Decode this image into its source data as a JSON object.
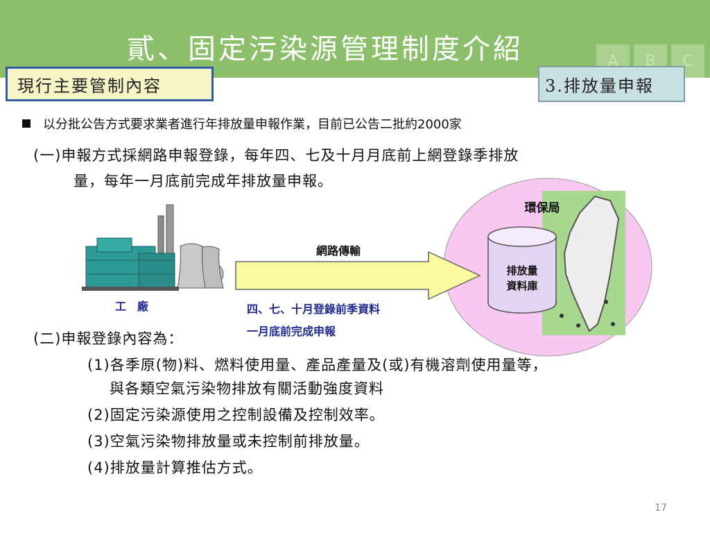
{
  "header": {
    "title": "貳、固定污染源管理制度介紹",
    "tabs": [
      "A",
      "B",
      "C"
    ]
  },
  "tags": {
    "left": "現行主要管制內容",
    "right": "3.排放量申報"
  },
  "bullet": "以分批公告方式要求業者進行年排放量申報作業，目前已公告二批約2000家",
  "section1": {
    "line1": "(一)申報方式採網路申報登錄，每年四、七及十月月底前上網登錄季排放",
    "line2": "量，每年一月底前完成年排放量申報。"
  },
  "diagram": {
    "factory_label": "工　廠",
    "arrow_label": "網路傳輸",
    "note1": "四、七、十月登錄前季資料",
    "note2": "一月底前完成申報",
    "agency_label": "環保局",
    "db_line1": "排放量",
    "db_line2": "資料庫"
  },
  "section2": {
    "heading": "(二)申報登錄內容為：",
    "items": [
      "(1)各季原(物)料、燃料使用量、產品產量及(或)有機溶劑使用量等，",
      "與各類空氣污染物排放有關活動強度資料",
      "(2)固定污染源使用之控制設備及控制效率。",
      "(3)空氣污染物排放量或未控制前排放量。",
      "(4)排放量計算推估方式。"
    ]
  },
  "page_number": "17",
  "colors": {
    "header_green": "#8bbf6c",
    "tag_left_bg": "#f6f3c4",
    "tag_left_border": "#2f5aa8",
    "tag_right_bg": "#c8dfe3",
    "arrow_fill": "#fafaa0",
    "ellipse_fill": "#f8c8f0",
    "map_bg": "#a8d890"
  }
}
